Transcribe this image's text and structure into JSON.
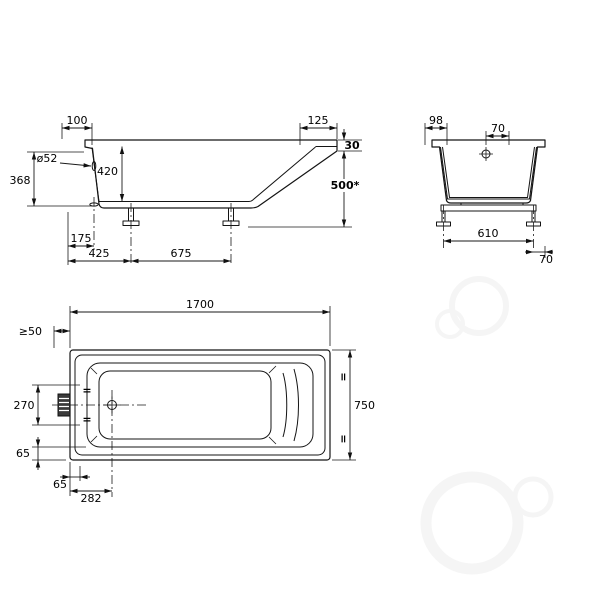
{
  "drawing": {
    "side_view": {
      "dim_100": "100",
      "dim_125": "125",
      "dim_30": "30",
      "dim_dia52": "ø52",
      "dim_368": "368",
      "dim_420": "420",
      "dim_500": "500*",
      "dim_175": "175",
      "dim_425": "425",
      "dim_675": "675"
    },
    "end_view": {
      "dim_98": "98",
      "dim_70_top": "70",
      "dim_610": "610",
      "dim_70_bottom": "70"
    },
    "plan_view": {
      "dim_1700": "1700",
      "dim_min50": "≥50",
      "dim_270": "270",
      "dim_65_left": "65",
      "dim_65_bottom": "65",
      "dim_282": "282",
      "dim_750": "750",
      "equal_mark": "="
    }
  }
}
